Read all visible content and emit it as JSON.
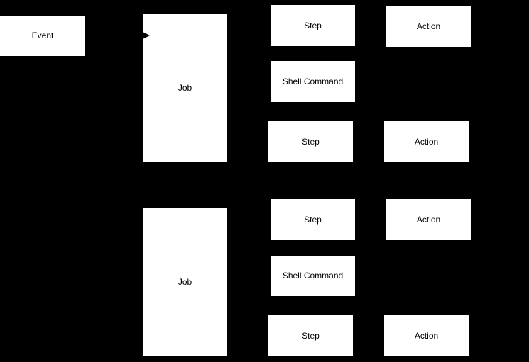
{
  "diagram": {
    "nodes": {
      "event": {
        "label": "Event"
      },
      "job_top": {
        "label": "Job"
      },
      "step_top_1": {
        "label": "Step"
      },
      "action_top_1": {
        "label": "Action"
      },
      "shell_command_top": {
        "label": "Shell Command"
      },
      "step_top_2": {
        "label": "Step"
      },
      "action_top_2": {
        "label": "Action"
      },
      "job_bottom": {
        "label": "Job"
      },
      "step_bottom_1": {
        "label": "Step"
      },
      "action_bottom_1": {
        "label": "Action"
      },
      "shell_command_bottom": {
        "label": "Shell Command"
      },
      "step_bottom_2": {
        "label": "Step"
      },
      "action_bottom_2": {
        "label": "Action"
      }
    },
    "icons": {
      "connector_arrowhead": "right-arrowhead"
    },
    "palette": {
      "background": "#000000",
      "node_fill": "#ffffff",
      "node_text": "#000000"
    }
  }
}
